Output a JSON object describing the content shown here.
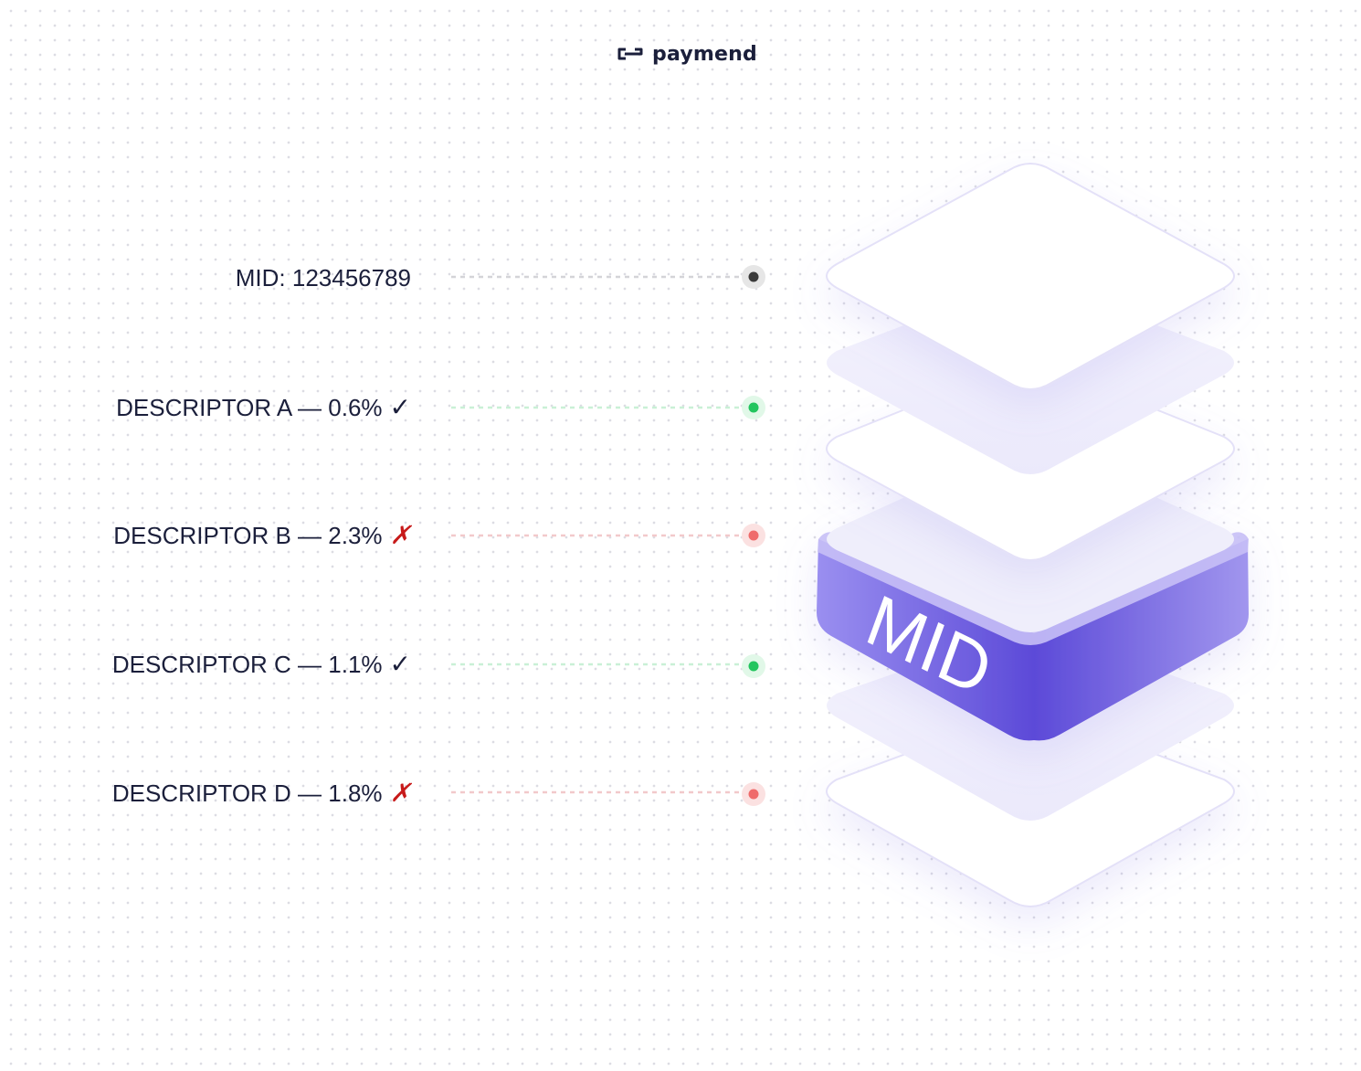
{
  "brand": {
    "name": "paymend",
    "logo_icon": "paymend-logo-icon"
  },
  "rows": [
    {
      "label": "MID: 123456789",
      "status": "neutral",
      "mark": ""
    },
    {
      "label": "DESCRIPTOR A — 0.6%",
      "status": "ok",
      "mark": "✓"
    },
    {
      "label": "DESCRIPTOR B — 2.3%",
      "status": "fail",
      "mark": "✗"
    },
    {
      "label": "DESCRIPTOR C — 1.1%",
      "status": "ok",
      "mark": "✓"
    },
    {
      "label": "DESCRIPTOR D — 1.8%",
      "status": "fail",
      "mark": "✗"
    }
  ],
  "stack": {
    "label": "MID"
  },
  "colors": {
    "text": "#1b1f3b",
    "neutral_dot": "#3a3a3a",
    "ok_dot": "#22c55e",
    "fail_dot": "#ef6b6b",
    "accent": "#6b5ce0",
    "cross": "#c71a1a"
  }
}
